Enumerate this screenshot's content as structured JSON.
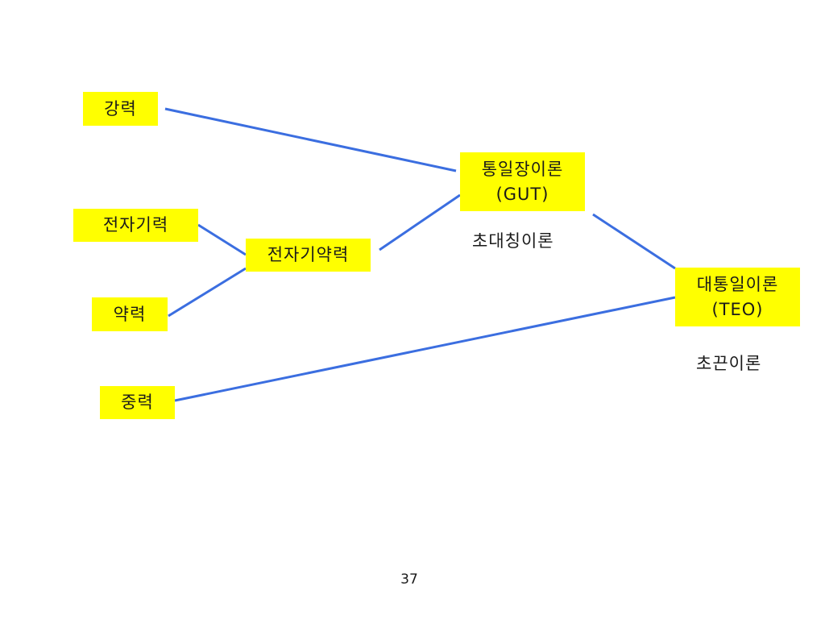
{
  "colors": {
    "node_fill": "#ffff00",
    "edge": "#3b6ee0",
    "text": "#1a1a1a",
    "background": "#ffffff"
  },
  "nodes": {
    "strong": "강력",
    "electromagnetic": "전자기력",
    "weak": "약력",
    "gravity": "중력",
    "electroweak": "전자기약력",
    "gut": {
      "line1": "통일장이론",
      "line2": "(GUT)"
    },
    "teo": {
      "line1": "대통일이론",
      "line2": "(TEO)"
    }
  },
  "captions": {
    "supersymmetry": "초대칭이론",
    "string_theory": "초끈이론"
  },
  "edges": [
    {
      "from": "strong",
      "to": "gut"
    },
    {
      "from": "electromagnetic",
      "to": "electroweak"
    },
    {
      "from": "weak",
      "to": "electroweak"
    },
    {
      "from": "electroweak",
      "to": "gut"
    },
    {
      "from": "gut",
      "to": "teo"
    },
    {
      "from": "gravity",
      "to": "teo"
    }
  ],
  "page_number": "37"
}
